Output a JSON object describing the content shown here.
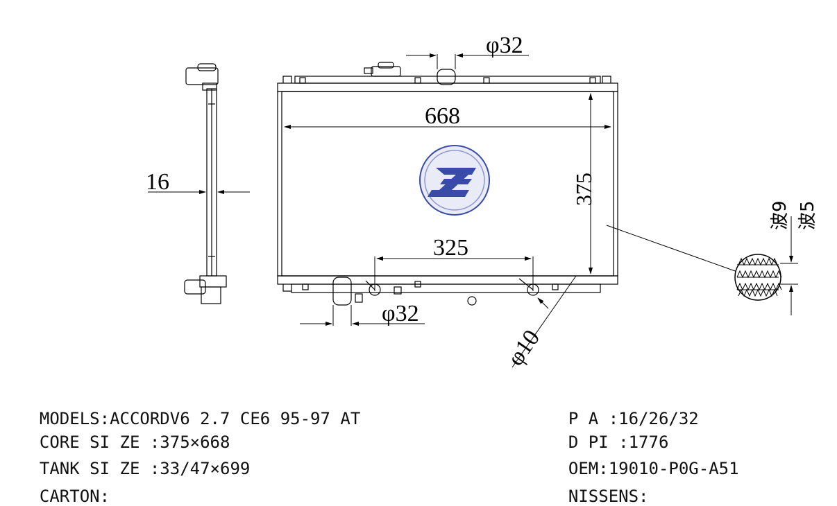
{
  "drawing": {
    "dims": {
      "width": "668",
      "height": "375",
      "pipe_spacing": "325",
      "thickness": "16",
      "inlet_top": "φ32",
      "outlet_bottom": "φ32",
      "oil_cooler": "φ10",
      "wave_a": "波9",
      "wave_b": "波5"
    }
  },
  "specs_left": [
    {
      "label": "MODELS:",
      "value": "ACCORDV6 2.7 CE6 95-97 AT"
    },
    {
      "label": "CORE SI ZE :",
      "value": "375×668"
    },
    {
      "label": "TANK SI ZE :",
      "value": "33/47×699"
    },
    {
      "label": "CARTON:",
      "value": ""
    }
  ],
  "specs_right": [
    {
      "label": "P A :",
      "value": "16/26/32"
    },
    {
      "label": "D PI :",
      "value": "1776"
    },
    {
      "label": "OEM:",
      "value": "19010-P0G-A51"
    },
    {
      "label": "NISSENS:",
      "value": ""
    }
  ],
  "colors": {
    "line": "#000000",
    "logo": "#3a4aa8"
  }
}
